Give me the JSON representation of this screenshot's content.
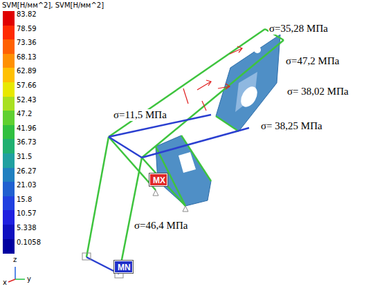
{
  "diagram": {
    "title": "SVM[Н/мм^2], SVM[Н/мм^2]",
    "nodes": [
      {
        "text": [
          "MX"
        ]
      },
      {
        "text": [
          "MN"
        ]
      }
    ],
    "labels": [
      "σ=35,28 МПа",
      "σ=47,2 МПа",
      "σ= 38,02 МПа",
      "σ= 38,25 МПа",
      "σ=11,5 МПа",
      "σ=46,4 МПа",
      "z",
      "x",
      "y"
    ],
    "legend": [
      {
        "text": "83.82",
        "color": "#e00000"
      },
      {
        "text": "78.59",
        "color": "#ff2a00"
      },
      {
        "text": "73.36",
        "color": "#ff6000"
      },
      {
        "text": "68.13",
        "color": "#ff9000"
      },
      {
        "text": "62.89",
        "color": "#ffc000"
      },
      {
        "text": "57.66",
        "color": "#e8e800"
      },
      {
        "text": "52.43",
        "color": "#a8e020"
      },
      {
        "text": "47.2",
        "color": "#60d030"
      },
      {
        "text": "41.96",
        "color": "#30c040"
      },
      {
        "text": "36.73",
        "color": "#20b070"
      },
      {
        "text": "31.5",
        "color": "#20a0a0"
      },
      {
        "text": "26.27",
        "color": "#2080c0"
      },
      {
        "text": "21.03",
        "color": "#2060d0"
      },
      {
        "text": "15.8",
        "color": "#2040e0"
      },
      {
        "text": "10.57",
        "color": "#2020e0"
      },
      {
        "text": "5.338",
        "color": "#1010c0"
      },
      {
        "text": "0.1058",
        "color": "#0000a0"
      }
    ]
  }
}
